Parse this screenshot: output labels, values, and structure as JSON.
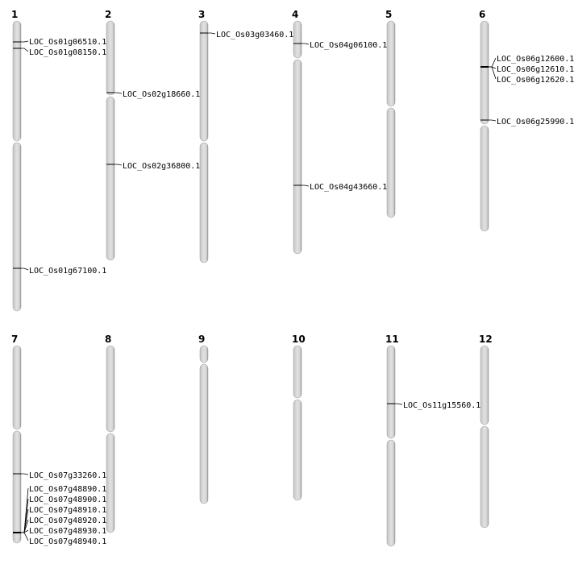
{
  "chromosomes": [
    {
      "name": "1",
      "genes": [
        "LOC_Os01g06510.1",
        "LOC_Os01g08150.1",
        "LOC_Os01g67100.1"
      ]
    },
    {
      "name": "2",
      "genes": [
        "LOC_Os02g18660.1",
        "LOC_Os02g36800.1"
      ]
    },
    {
      "name": "3",
      "genes": [
        "LOC_Os03g03460.1"
      ]
    },
    {
      "name": "4",
      "genes": [
        "LOC_Os04g06100.1",
        "LOC_Os04g43660.1"
      ]
    },
    {
      "name": "5",
      "genes": []
    },
    {
      "name": "6",
      "genes": [
        "LOC_Os06g12600.1",
        "LOC_Os06g12610.1",
        "LOC_Os06g12620.1",
        "LOC_Os06g25990.1"
      ]
    },
    {
      "name": "7",
      "genes": [
        "LOC_Os07g33260.1",
        "LOC_Os07g48890.1",
        "LOC_Os07g48900.1",
        "LOC_Os07g48910.1",
        "LOC_Os07g48920.1",
        "LOC_Os07g48930.1",
        "LOC_Os07g48940.1"
      ]
    },
    {
      "name": "8",
      "genes": []
    },
    {
      "name": "9",
      "genes": []
    },
    {
      "name": "10",
      "genes": []
    },
    {
      "name": "11",
      "genes": [
        "LOC_Os11g15560.1"
      ]
    },
    {
      "name": "12",
      "genes": []
    }
  ],
  "colors": {
    "chromosome": "#d0d0d0",
    "outline": "#888888",
    "marker": "#000000"
  }
}
